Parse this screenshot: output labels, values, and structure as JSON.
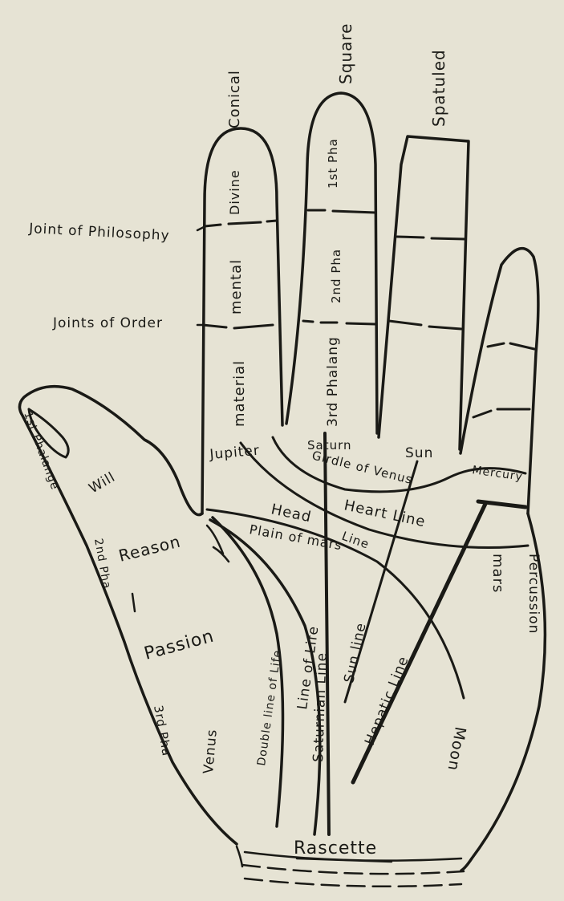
{
  "labels": {
    "conical": "Conical",
    "square": "Square",
    "spatuled": "Spatuled",
    "joint_philosophy": "Joint of Philosophy",
    "joints_order": "Joints of Order",
    "divine": "Divine",
    "mental": "mental",
    "material": "material",
    "first_pha": "1st Pha",
    "second_pha": "2nd Pha",
    "third_phalang": "3rd Phalang",
    "jupiter": "Jupiter",
    "saturn": "Saturn",
    "sun": "Sun",
    "mercury": "Mercury",
    "girdle_of_venus": "Girdle of Venus",
    "head": "Head",
    "heart_line": "Heart Line",
    "line": "Line",
    "plain_of_mars": "Plain of mars",
    "mars": "mars",
    "percussion": "Percussion",
    "thumb_first_phalange": "1st Phalange",
    "will": "Will",
    "thumb_second_pha": "2nd Pha",
    "reason": "Reason",
    "passion": "Passion",
    "thumb_third_pha": "3rd Pha",
    "venus": "Venus",
    "double_line_of_life": "Double line of Life",
    "line_of_life": "Line of Life",
    "saturnian_line": "Saturnian Line",
    "sun_line": "Sun line",
    "hepatic_line": "Hepatic Line",
    "moon": "Moon",
    "rascette": "Rascette"
  }
}
